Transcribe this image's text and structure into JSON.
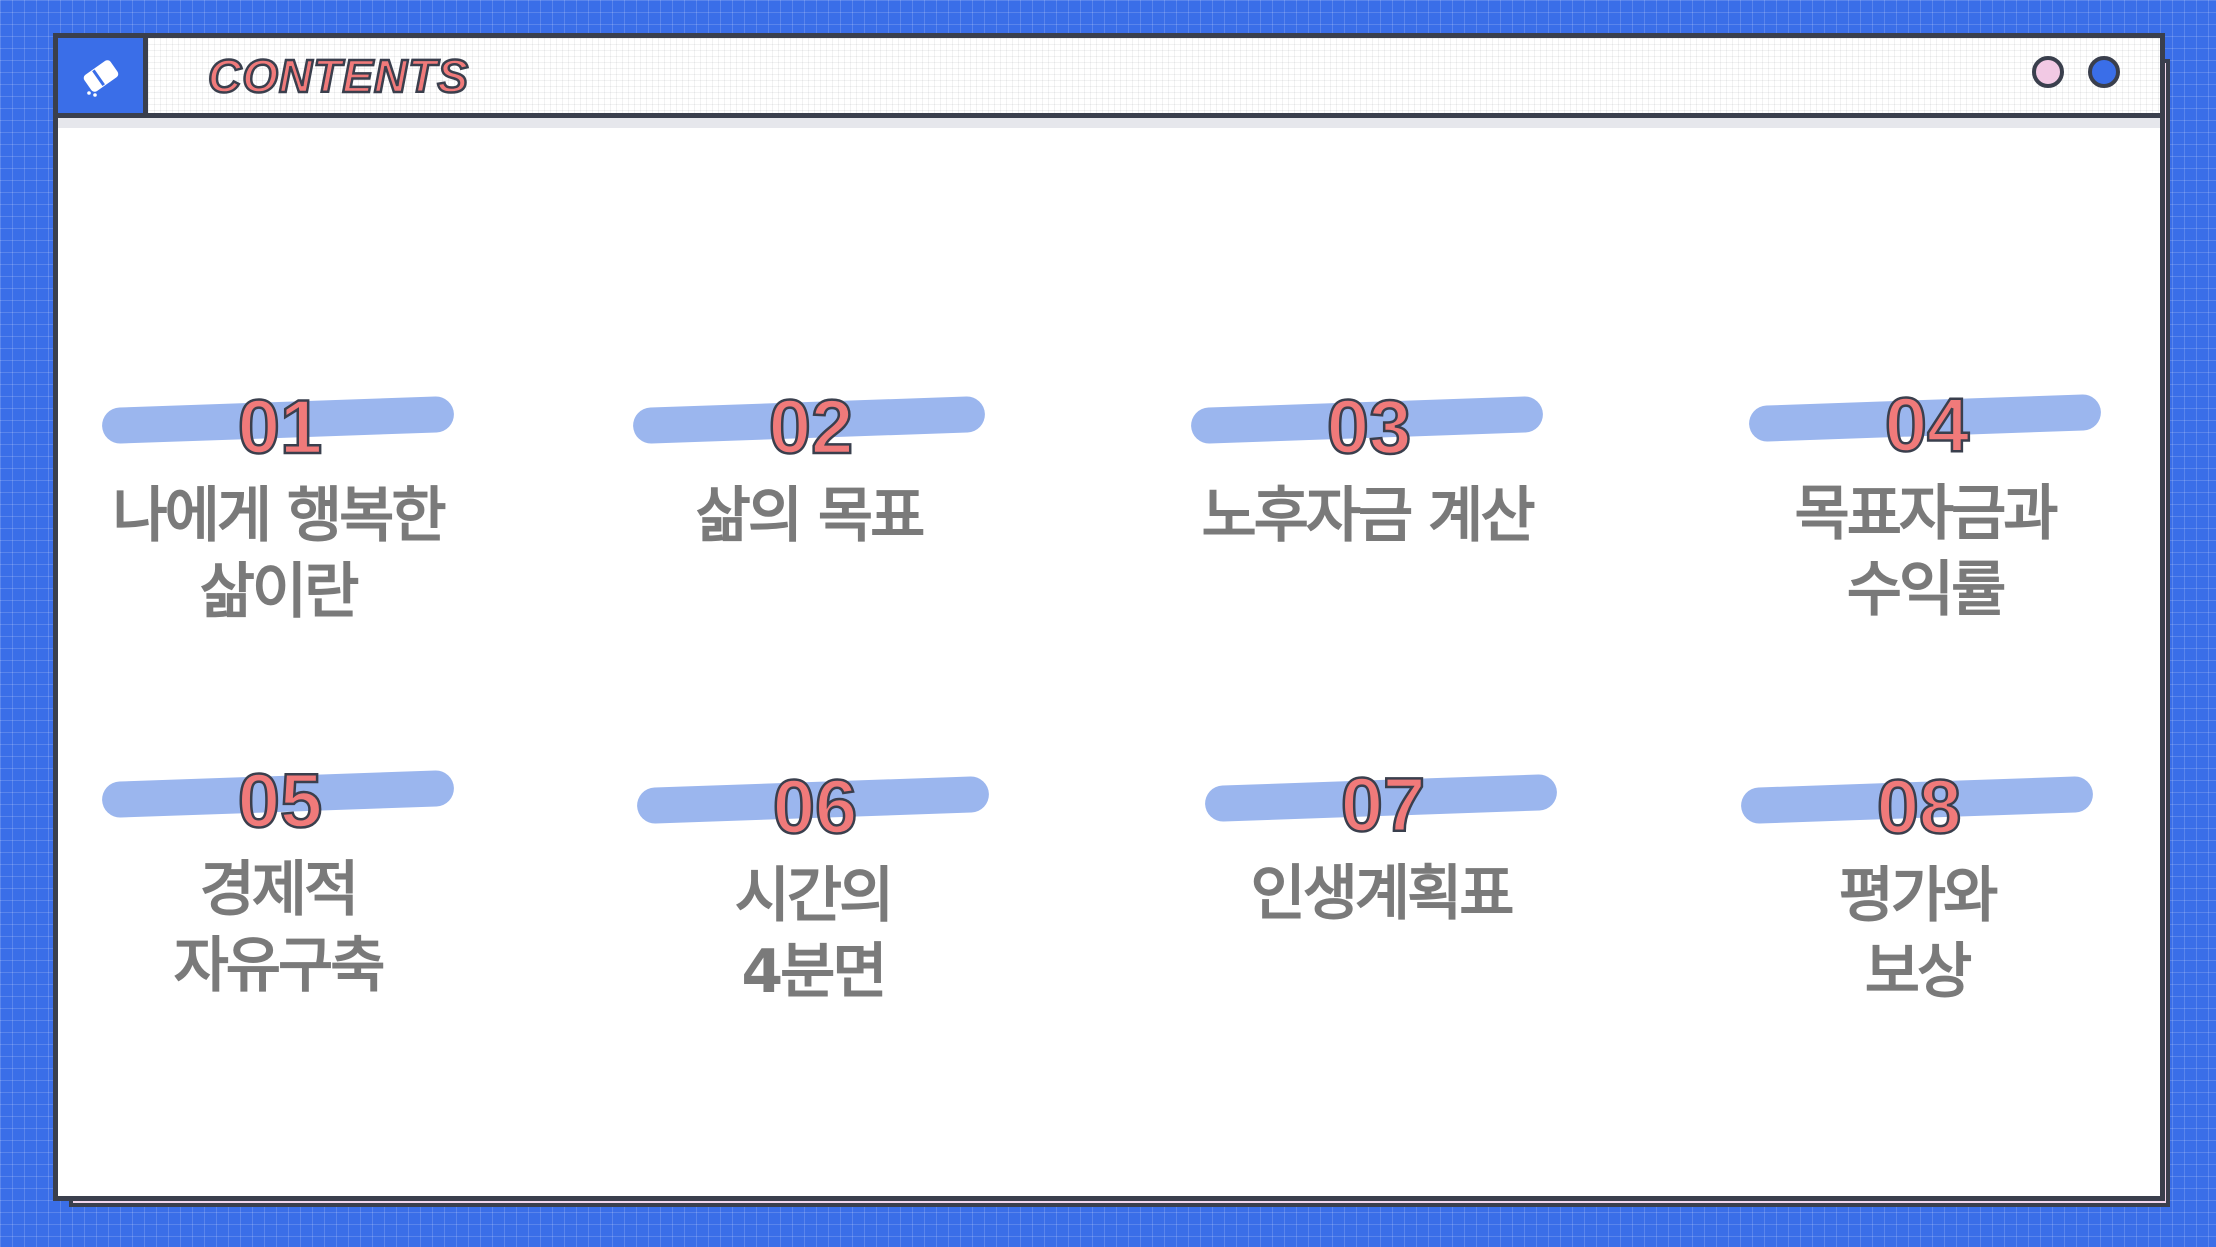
{
  "window": {
    "title": "CONTENTS",
    "icon": "eraser-icon",
    "controls": [
      "pink-dot",
      "blue-dot"
    ]
  },
  "colors": {
    "background": "#3a6ee8",
    "accent_pink": "#f07a7a",
    "highlight_stripe": "#9bb6ee",
    "label_gray": "#7a7a7a",
    "outline": "#3a3f4d"
  },
  "items": [
    {
      "number": "01",
      "label": "나에게 행복한\n삶이란"
    },
    {
      "number": "02",
      "label": "삶의 목표"
    },
    {
      "number": "03",
      "label": "노후자금 계산"
    },
    {
      "number": "04",
      "label": "목표자금과\n수익률"
    },
    {
      "number": "05",
      "label": "경제적\n자유구축"
    },
    {
      "number": "06",
      "label": "시간의\n4분면"
    },
    {
      "number": "07",
      "label": "인생계획표"
    },
    {
      "number": "08",
      "label": "평가와\n보상"
    }
  ]
}
